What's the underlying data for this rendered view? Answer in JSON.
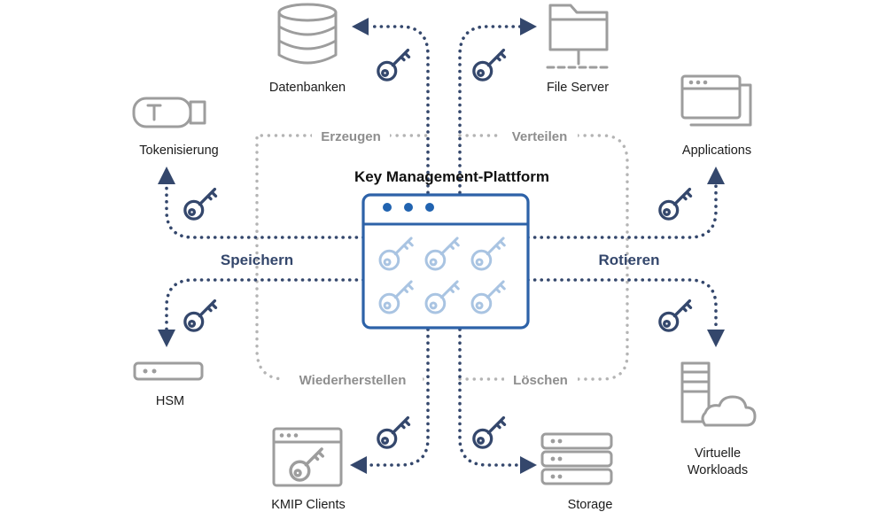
{
  "title": "Key Management-Plattform",
  "cycle": {
    "top_left": "Erzeugen",
    "top_right": "Verteilen",
    "bottom_left": "Wiederherstellen",
    "bottom_right": "Löschen"
  },
  "sides": {
    "left": "Speichern",
    "right": "Rotieren"
  },
  "endpoints": {
    "databases": "Datenbanken",
    "file_server": "File Server",
    "tokenization": "Tokenisierung",
    "applications": "Applications",
    "hsm": "HSM",
    "virtual_1": "Virtuelle",
    "virtual_2": "Workloads",
    "kmip": "KMIP Clients",
    "storage": "Storage"
  },
  "colors": {
    "flow": "#34476c",
    "platform_border": "#2d62a8",
    "platform_dots": "#2163b0",
    "platform_keys": "#a9c4e2",
    "cycle_ring": "#b4b4b4",
    "icon_gray": "#9d9d9d"
  },
  "icons": [
    "database-icon",
    "folder-server-icon",
    "usb-token-icon",
    "app-windows-icon",
    "hsm-device-icon",
    "server-cloud-icon",
    "kmip-window-key-icon",
    "storage-stack-icon",
    "key-icon"
  ]
}
